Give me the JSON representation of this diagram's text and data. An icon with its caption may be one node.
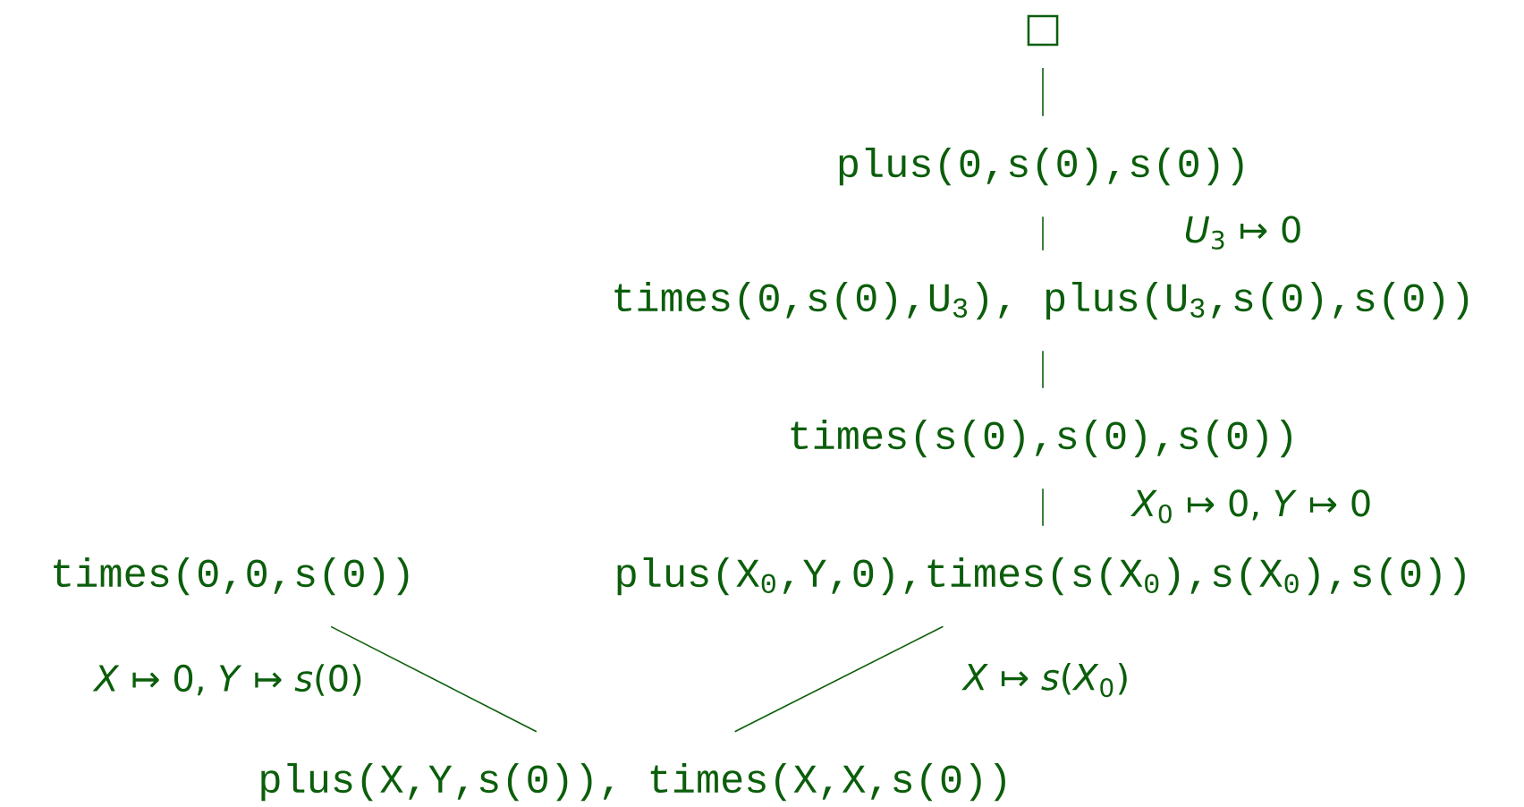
{
  "diagram": {
    "nodes": [
      {
        "text": [
          "□"
        ]
      },
      {
        "text": [
          "plus(0,s(0),s(0))"
        ]
      },
      {
        "text": [
          "times(0,s(0),U$_{3}$), plus(U$_{3}$,s(0),s(0))"
        ]
      },
      {
        "text": [
          "times(s(0),s(0),s(0))"
        ]
      },
      {
        "text": [
          "plus(X$_{0}$,Y,0),times(s(X$_{0}$),s(X$_{0}$),s(0))"
        ]
      },
      {
        "text": [
          "times(0,0,s(0))"
        ]
      },
      {
        "text": [
          "plus(X,Y,s(0)), times(X,X,s(0))"
        ]
      }
    ],
    "edges": [
      {
        "from": 1,
        "to": 0,
        "arrow": "none"
      },
      {
        "from": 2,
        "to": 1,
        "arrow": "none",
        "label": "*U*$_{3}$ ↦ 0"
      },
      {
        "from": 3,
        "to": 2,
        "arrow": "none"
      },
      {
        "from": 4,
        "to": 3,
        "arrow": "none",
        "label": "*X*$_{0}$ ↦ 0, *Y* ↦ 0"
      },
      {
        "from": 6,
        "to": 5,
        "arrow": "none",
        "label": "*X* ↦ 0, *Y* ↦ *s*(0)"
      },
      {
        "from": 6,
        "to": 4,
        "arrow": "none",
        "label": "*X* ↦ *s*(*X*$_{0}$)"
      }
    ]
  }
}
